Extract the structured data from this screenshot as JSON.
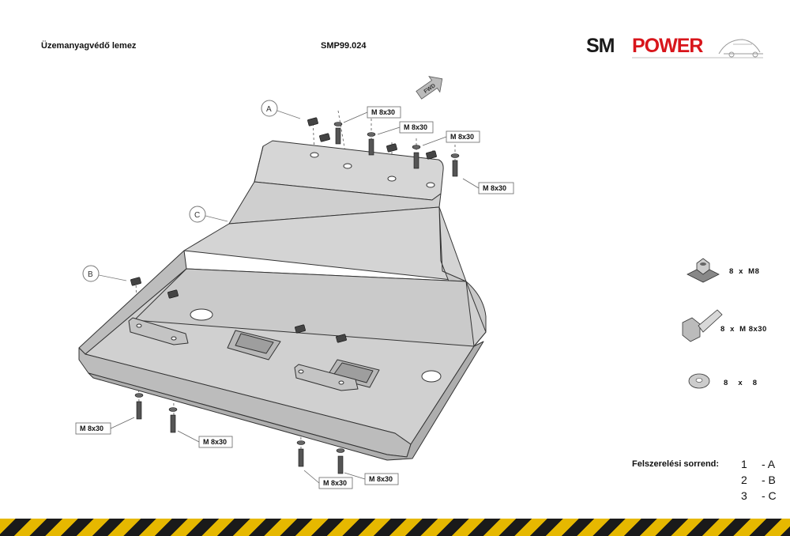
{
  "header": {
    "title": "Üzemanyagvédő lemez",
    "code": "SMP99.024",
    "brand_sm": "SM",
    "brand_power": "POWER"
  },
  "colors": {
    "plate_fill": "#d2d2d2",
    "plate_stroke": "#333333",
    "brand_red": "#d8151b",
    "brand_dark": "#1a1a1a",
    "stripe_yellow": "#e6b800",
    "stripe_black": "#1a1a1a"
  },
  "callout_letters": {
    "a": "A",
    "b": "B",
    "c": "C"
  },
  "callouts": [
    {
      "id": "c1",
      "text": "M 8x30"
    },
    {
      "id": "c2",
      "text": "M 8x30"
    },
    {
      "id": "c3",
      "text": "M 8x30"
    },
    {
      "id": "c4",
      "text": "M 8x30"
    },
    {
      "id": "c5",
      "text": "M 8x30"
    },
    {
      "id": "c6",
      "text": "M 8x30"
    },
    {
      "id": "c7",
      "text": "M 8x30"
    },
    {
      "id": "c8",
      "text": "M 8x30"
    }
  ],
  "fwd_label": "FWD",
  "legend": [
    {
      "icon": "cage-nut-icon",
      "qty": "8",
      "x": "x",
      "spec": "M8"
    },
    {
      "icon": "bolt-icon",
      "qty": "8",
      "x": "x",
      "spec": "M 8x30"
    },
    {
      "icon": "washer-icon",
      "qty": "8",
      "x": "x",
      "spec": "8"
    }
  ],
  "order": {
    "label": "Felszerelési sorrend:",
    "rows": [
      {
        "n": "1",
        "v": "- A"
      },
      {
        "n": "2",
        "v": "- B"
      },
      {
        "n": "3",
        "v": "- C"
      }
    ]
  }
}
